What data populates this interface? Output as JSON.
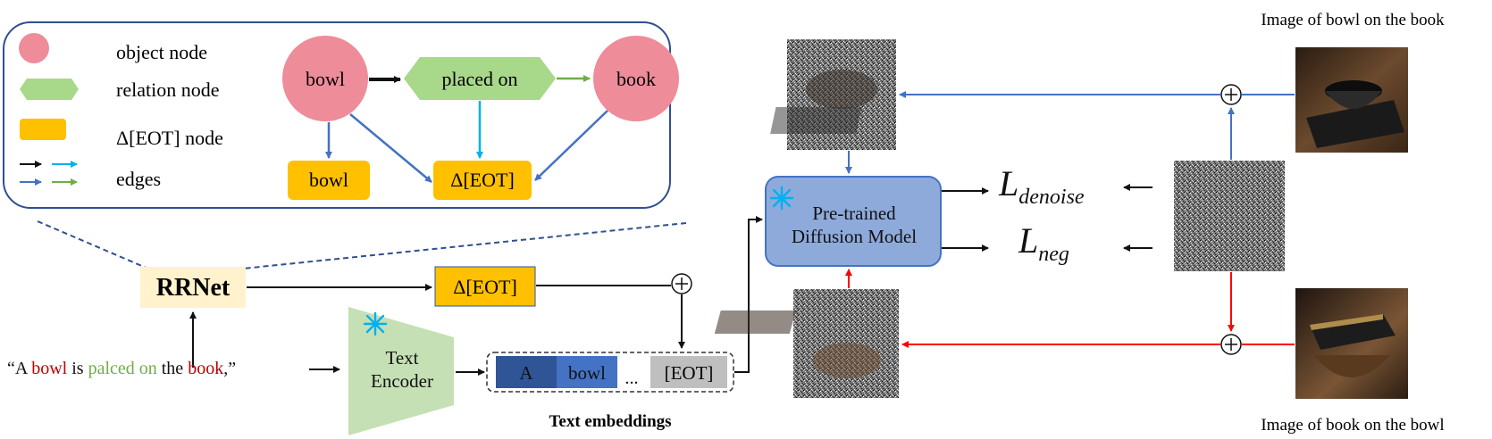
{
  "legend": {
    "object_node": "object node",
    "relation_node": "relation node",
    "eot_node": "Δ[EOT] node",
    "edges": "edges"
  },
  "graph": {
    "subject": "bowl",
    "relation": "placed on",
    "object": "book",
    "subject_eot": "bowl",
    "relation_eot": "Δ[EOT]"
  },
  "rrnet": "RRNet",
  "eot_output": "Δ[EOT]",
  "prompt": {
    "open_quote": "“A ",
    "subject": "bowl",
    "is": " is ",
    "relation": "palced on",
    "the": " the ",
    "object": "book",
    "close": ",”"
  },
  "text_encoder": "Text Encoder",
  "embeddings": {
    "tokens": [
      "A",
      "bowl",
      "...",
      "[EOT]"
    ],
    "label": "Text embeddings"
  },
  "diffusion": "Pre-trained Diffusion Model",
  "losses": {
    "denoise_main": "L",
    "denoise_sub": "denoise",
    "neg_main": "L",
    "neg_sub": "neg"
  },
  "images": {
    "positive_caption": "Image of bowl on the book",
    "negative_caption": "Image of book on the bowl"
  },
  "colors": {
    "object_node": "#ee8c9a",
    "relation_node": "#a8d88a",
    "eot_node": "#ffc000",
    "rrnet_bg": "#fff2cc",
    "diffusion_bg": "#8eaadb",
    "diffusion_border": "#4472c4",
    "encoder_bg": "#c5e0b4",
    "token_dark": "#2f5597",
    "token_light": "#4472c4",
    "token_gray": "#bfbfbf",
    "blue_arrow": "#4472c4",
    "cyan_arrow": "#00b0f0",
    "green_arrow": "#70ad47",
    "red_arrow": "#ff0000",
    "text_red": "#c00000",
    "text_green": "#70ad47"
  }
}
